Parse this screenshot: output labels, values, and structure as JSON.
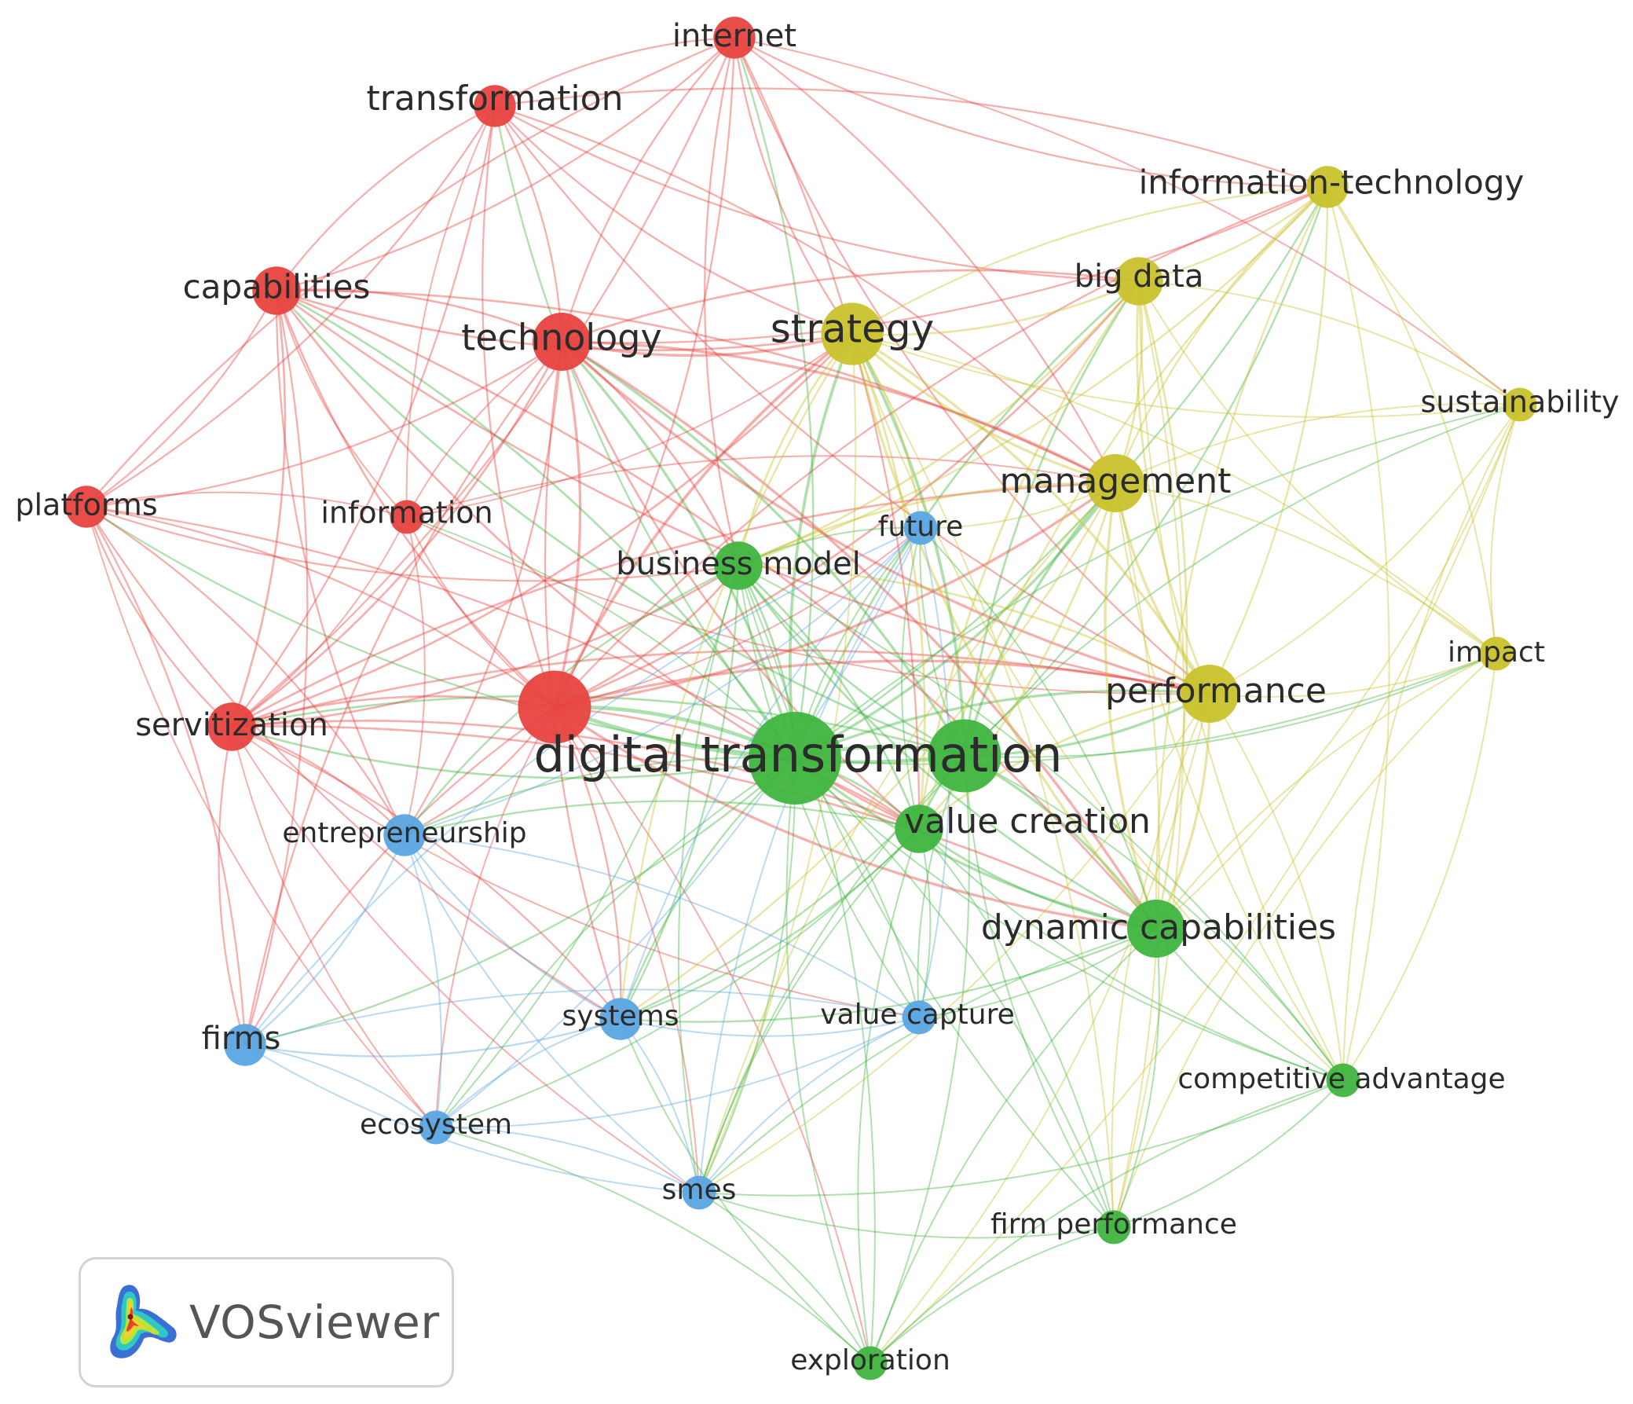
{
  "cluster_colors": {
    "red": "#e8433f",
    "green": "#3fb53f",
    "blue": "#5aa5e2",
    "yellow": "#c9c22c"
  },
  "logo": {
    "text": "VOSviewer",
    "icon": "vosviewer-density-icon"
  },
  "nodes": [
    {
      "id": "internet",
      "label": "internet",
      "cluster": "red",
      "weight": 2
    },
    {
      "id": "transformation",
      "label": "transformation",
      "cluster": "red",
      "weight": 2
    },
    {
      "id": "capabilities",
      "label": "capabilities",
      "cluster": "red",
      "weight": 3
    },
    {
      "id": "technology",
      "label": "technology",
      "cluster": "red",
      "weight": 5
    },
    {
      "id": "platforms",
      "label": "platforms",
      "cluster": "red",
      "weight": 2
    },
    {
      "id": "information",
      "label": "information",
      "cluster": "red",
      "weight": 1
    },
    {
      "id": "innovation",
      "label": "",
      "cluster": "red",
      "weight": 9
    },
    {
      "id": "servitization",
      "label": "servitization",
      "cluster": "red",
      "weight": 3
    },
    {
      "id": "strategy",
      "label": "strategy",
      "cluster": "yellow",
      "weight": 6
    },
    {
      "id": "big-data",
      "label": "big data",
      "cluster": "yellow",
      "weight": 3
    },
    {
      "id": "information-technology",
      "label": "information-technology",
      "cluster": "yellow",
      "weight": 2
    },
    {
      "id": "sustainability",
      "label": "sustainability",
      "cluster": "yellow",
      "weight": 1
    },
    {
      "id": "management",
      "label": "management",
      "cluster": "yellow",
      "weight": 5
    },
    {
      "id": "impact",
      "label": "impact",
      "cluster": "yellow",
      "weight": 1
    },
    {
      "id": "performance",
      "label": "performance",
      "cluster": "yellow",
      "weight": 5
    },
    {
      "id": "business-model",
      "label": "business model",
      "cluster": "green",
      "weight": 3
    },
    {
      "id": "digital-transformation",
      "label": "digital transformation",
      "cluster": "green",
      "weight": 16
    },
    {
      "id": "digitalization",
      "label": "",
      "cluster": "green",
      "weight": 9
    },
    {
      "id": "value-creation",
      "label": "value creation",
      "cluster": "green",
      "weight": 3
    },
    {
      "id": "dynamic-capabilities",
      "label": "dynamic capabilities",
      "cluster": "green",
      "weight": 5
    },
    {
      "id": "competitive-advantage",
      "label": "competitive advantage",
      "cluster": "green",
      "weight": 1
    },
    {
      "id": "firm-performance",
      "label": "firm performance",
      "cluster": "green",
      "weight": 1
    },
    {
      "id": "exploration",
      "label": "exploration",
      "cluster": "green",
      "weight": 1
    },
    {
      "id": "future",
      "label": "future",
      "cluster": "blue",
      "weight": 1
    },
    {
      "id": "entrepreneurship",
      "label": "entrepreneurship",
      "cluster": "blue",
      "weight": 2
    },
    {
      "id": "firms",
      "label": "firms",
      "cluster": "blue",
      "weight": 2
    },
    {
      "id": "systems",
      "label": "systems",
      "cluster": "blue",
      "weight": 2
    },
    {
      "id": "value-capture",
      "label": "value capture",
      "cluster": "blue",
      "weight": 1
    },
    {
      "id": "ecosystem",
      "label": "ecosystem",
      "cluster": "blue",
      "weight": 1
    },
    {
      "id": "smes",
      "label": "smes",
      "cluster": "blue",
      "weight": 1
    }
  ],
  "links": [
    [
      "digital-transformation",
      "innovation"
    ],
    [
      "digital-transformation",
      "digitalization"
    ],
    [
      "digital-transformation",
      "technology"
    ],
    [
      "digital-transformation",
      "strategy"
    ],
    [
      "digital-transformation",
      "management"
    ],
    [
      "digital-transformation",
      "performance"
    ],
    [
      "digital-transformation",
      "dynamic-capabilities"
    ],
    [
      "digital-transformation",
      "value-creation"
    ],
    [
      "digital-transformation",
      "business-model"
    ],
    [
      "digital-transformation",
      "servitization"
    ],
    [
      "digital-transformation",
      "capabilities"
    ],
    [
      "digital-transformation",
      "transformation"
    ],
    [
      "digital-transformation",
      "internet"
    ],
    [
      "digital-transformation",
      "big-data"
    ],
    [
      "digital-transformation",
      "information-technology"
    ],
    [
      "digital-transformation",
      "sustainability"
    ],
    [
      "digital-transformation",
      "impact"
    ],
    [
      "digital-transformation",
      "future"
    ],
    [
      "digital-transformation",
      "entrepreneurship"
    ],
    [
      "digital-transformation",
      "firms"
    ],
    [
      "digital-transformation",
      "systems"
    ],
    [
      "digital-transformation",
      "value-capture"
    ],
    [
      "digital-transformation",
      "ecosystem"
    ],
    [
      "digital-transformation",
      "smes"
    ],
    [
      "digital-transformation",
      "competitive-advantage"
    ],
    [
      "digital-transformation",
      "firm-performance"
    ],
    [
      "digital-transformation",
      "exploration"
    ],
    [
      "digital-transformation",
      "platforms"
    ],
    [
      "digital-transformation",
      "information"
    ],
    [
      "digitalization",
      "innovation"
    ],
    [
      "digitalization",
      "strategy"
    ],
    [
      "digitalization",
      "management"
    ],
    [
      "digitalization",
      "performance"
    ],
    [
      "digitalization",
      "dynamic-capabilities"
    ],
    [
      "digitalization",
      "value-creation"
    ],
    [
      "digitalization",
      "business-model"
    ],
    [
      "digitalization",
      "technology"
    ],
    [
      "digitalization",
      "big-data"
    ],
    [
      "digitalization",
      "servitization"
    ],
    [
      "digitalization",
      "competitive-advantage"
    ],
    [
      "digitalization",
      "firm-performance"
    ],
    [
      "digitalization",
      "exploration"
    ],
    [
      "digitalization",
      "value-capture"
    ],
    [
      "digitalization",
      "future"
    ],
    [
      "digitalization",
      "information-technology"
    ],
    [
      "digitalization",
      "sustainability"
    ],
    [
      "digitalization",
      "impact"
    ],
    [
      "digitalization",
      "capabilities"
    ],
    [
      "digitalization",
      "smes"
    ],
    [
      "digitalization",
      "systems"
    ],
    [
      "innovation",
      "technology"
    ],
    [
      "innovation",
      "transformation"
    ],
    [
      "innovation",
      "internet"
    ],
    [
      "innovation",
      "capabilities"
    ],
    [
      "innovation",
      "platforms"
    ],
    [
      "innovation",
      "information"
    ],
    [
      "innovation",
      "servitization"
    ],
    [
      "innovation",
      "strategy"
    ],
    [
      "innovation",
      "management"
    ],
    [
      "innovation",
      "performance"
    ],
    [
      "innovation",
      "business-model"
    ],
    [
      "innovation",
      "entrepreneurship"
    ],
    [
      "innovation",
      "firms"
    ],
    [
      "innovation",
      "systems"
    ],
    [
      "innovation",
      "ecosystem"
    ],
    [
      "innovation",
      "smes"
    ],
    [
      "innovation",
      "dynamic-capabilities"
    ],
    [
      "innovation",
      "value-creation"
    ],
    [
      "innovation",
      "big-data"
    ],
    [
      "innovation",
      "information-technology"
    ],
    [
      "innovation",
      "future"
    ],
    [
      "innovation",
      "exploration"
    ],
    [
      "technology",
      "transformation"
    ],
    [
      "technology",
      "internet"
    ],
    [
      "technology",
      "capabilities"
    ],
    [
      "technology",
      "platforms"
    ],
    [
      "technology",
      "information"
    ],
    [
      "technology",
      "servitization"
    ],
    [
      "technology",
      "strategy"
    ],
    [
      "technology",
      "management"
    ],
    [
      "technology",
      "performance"
    ],
    [
      "technology",
      "big-data"
    ],
    [
      "technology",
      "information-technology"
    ],
    [
      "technology",
      "business-model"
    ],
    [
      "technology",
      "firms"
    ],
    [
      "technology",
      "entrepreneurship"
    ],
    [
      "technology",
      "value-creation"
    ],
    [
      "technology",
      "dynamic-capabilities"
    ],
    [
      "technology",
      "systems"
    ],
    [
      "transformation",
      "internet"
    ],
    [
      "transformation",
      "capabilities"
    ],
    [
      "transformation",
      "platforms"
    ],
    [
      "transformation",
      "information"
    ],
    [
      "transformation",
      "servitization"
    ],
    [
      "transformation",
      "strategy"
    ],
    [
      "transformation",
      "management"
    ],
    [
      "transformation",
      "performance"
    ],
    [
      "transformation",
      "information-technology"
    ],
    [
      "transformation",
      "big-data"
    ],
    [
      "internet",
      "capabilities"
    ],
    [
      "internet",
      "platforms"
    ],
    [
      "internet",
      "servitization"
    ],
    [
      "internet",
      "strategy"
    ],
    [
      "internet",
      "management"
    ],
    [
      "internet",
      "information-technology"
    ],
    [
      "internet",
      "sustainability"
    ],
    [
      "internet",
      "performance"
    ],
    [
      "internet",
      "value-creation"
    ],
    [
      "internet",
      "business-model"
    ],
    [
      "capabilities",
      "platforms"
    ],
    [
      "capabilities",
      "information"
    ],
    [
      "capabilities",
      "servitization"
    ],
    [
      "capabilities",
      "strategy"
    ],
    [
      "capabilities",
      "management"
    ],
    [
      "capabilities",
      "performance"
    ],
    [
      "capabilities",
      "firms"
    ],
    [
      "capabilities",
      "entrepreneurship"
    ],
    [
      "capabilities",
      "dynamic-capabilities"
    ],
    [
      "capabilities",
      "value-creation"
    ],
    [
      "platforms",
      "information"
    ],
    [
      "platforms",
      "servitization"
    ],
    [
      "platforms",
      "firms"
    ],
    [
      "platforms",
      "ecosystem"
    ],
    [
      "platforms",
      "entrepreneurship"
    ],
    [
      "platforms",
      "business-model"
    ],
    [
      "platforms",
      "value-creation"
    ],
    [
      "platforms",
      "systems"
    ],
    [
      "information",
      "servitization"
    ],
    [
      "information",
      "strategy"
    ],
    [
      "information",
      "management"
    ],
    [
      "information",
      "performance"
    ],
    [
      "information",
      "entrepreneurship"
    ],
    [
      "servitization",
      "firms"
    ],
    [
      "servitization",
      "entrepreneurship"
    ],
    [
      "servitization",
      "ecosystem"
    ],
    [
      "servitization",
      "systems"
    ],
    [
      "servitization",
      "business-model"
    ],
    [
      "servitization",
      "value-creation"
    ],
    [
      "servitization",
      "value-capture"
    ],
    [
      "servitization",
      "performance"
    ],
    [
      "servitization",
      "strategy"
    ],
    [
      "servitization",
      "management"
    ],
    [
      "servitization",
      "smes"
    ],
    [
      "servitization",
      "dynamic-capabilities"
    ],
    [
      "strategy",
      "big-data"
    ],
    [
      "strategy",
      "information-technology"
    ],
    [
      "strategy",
      "management"
    ],
    [
      "strategy",
      "performance"
    ],
    [
      "strategy",
      "sustainability"
    ],
    [
      "strategy",
      "impact"
    ],
    [
      "strategy",
      "business-model"
    ],
    [
      "strategy",
      "value-creation"
    ],
    [
      "strategy",
      "dynamic-capabilities"
    ],
    [
      "strategy",
      "future"
    ],
    [
      "strategy",
      "competitive-advantage"
    ],
    [
      "strategy",
      "firm-performance"
    ],
    [
      "strategy",
      "systems"
    ],
    [
      "strategy",
      "smes"
    ],
    [
      "big-data",
      "information-technology"
    ],
    [
      "big-data",
      "management"
    ],
    [
      "big-data",
      "performance"
    ],
    [
      "big-data",
      "sustainability"
    ],
    [
      "big-data",
      "impact"
    ],
    [
      "big-data",
      "dynamic-capabilities"
    ],
    [
      "big-data",
      "value-creation"
    ],
    [
      "big-data",
      "business-model"
    ],
    [
      "big-data",
      "competitive-advantage"
    ],
    [
      "big-data",
      "firm-performance"
    ],
    [
      "information-technology",
      "management"
    ],
    [
      "information-technology",
      "performance"
    ],
    [
      "information-technology",
      "sustainability"
    ],
    [
      "information-technology",
      "impact"
    ],
    [
      "information-technology",
      "dynamic-capabilities"
    ],
    [
      "information-technology",
      "competitive-advantage"
    ],
    [
      "information-technology",
      "value-creation"
    ],
    [
      "information-technology",
      "business-model"
    ],
    [
      "sustainability",
      "management"
    ],
    [
      "sustainability",
      "performance"
    ],
    [
      "sustainability",
      "impact"
    ],
    [
      "sustainability",
      "dynamic-capabilities"
    ],
    [
      "sustainability",
      "competitive-advantage"
    ],
    [
      "sustainability",
      "exploration"
    ],
    [
      "management",
      "performance"
    ],
    [
      "management",
      "impact"
    ],
    [
      "management",
      "dynamic-capabilities"
    ],
    [
      "management",
      "value-creation"
    ],
    [
      "management",
      "business-model"
    ],
    [
      "management",
      "future"
    ],
    [
      "management",
      "competitive-advantage"
    ],
    [
      "management",
      "firm-performance"
    ],
    [
      "management",
      "smes"
    ],
    [
      "management",
      "systems"
    ],
    [
      "performance",
      "impact"
    ],
    [
      "performance",
      "dynamic-capabilities"
    ],
    [
      "performance",
      "value-creation"
    ],
    [
      "performance",
      "competitive-advantage"
    ],
    [
      "performance",
      "firm-performance"
    ],
    [
      "performance",
      "exploration"
    ],
    [
      "performance",
      "business-model"
    ],
    [
      "performance",
      "smes"
    ],
    [
      "impact",
      "dynamic-capabilities"
    ],
    [
      "impact",
      "competitive-advantage"
    ],
    [
      "impact",
      "firm-performance"
    ],
    [
      "business-model",
      "value-creation"
    ],
    [
      "business-model",
      "dynamic-capabilities"
    ],
    [
      "business-model",
      "future"
    ],
    [
      "business-model",
      "value-capture"
    ],
    [
      "business-model",
      "systems"
    ],
    [
      "business-model",
      "entrepreneurship"
    ],
    [
      "business-model",
      "ecosystem"
    ],
    [
      "business-model",
      "smes"
    ],
    [
      "business-model",
      "competitive-advantage"
    ],
    [
      "business-model",
      "firm-performance"
    ],
    [
      "business-model",
      "exploration"
    ],
    [
      "value-creation",
      "dynamic-capabilities"
    ],
    [
      "value-creation",
      "value-capture"
    ],
    [
      "value-creation",
      "competitive-advantage"
    ],
    [
      "value-creation",
      "firm-performance"
    ],
    [
      "value-creation",
      "exploration"
    ],
    [
      "value-creation",
      "systems"
    ],
    [
      "value-creation",
      "smes"
    ],
    [
      "value-creation",
      "ecosystem"
    ],
    [
      "value-creation",
      "entrepreneurship"
    ],
    [
      "value-creation",
      "future"
    ],
    [
      "dynamic-capabilities",
      "competitive-advantage"
    ],
    [
      "dynamic-capabilities",
      "firm-performance"
    ],
    [
      "dynamic-capabilities",
      "exploration"
    ],
    [
      "dynamic-capabilities",
      "value-capture"
    ],
    [
      "dynamic-capabilities",
      "smes"
    ],
    [
      "dynamic-capabilities",
      "systems"
    ],
    [
      "dynamic-capabilities",
      "future"
    ],
    [
      "competitive-advantage",
      "firm-performance"
    ],
    [
      "competitive-advantage",
      "exploration"
    ],
    [
      "competitive-advantage",
      "smes"
    ],
    [
      "firm-performance",
      "exploration"
    ],
    [
      "firm-performance",
      "smes"
    ],
    [
      "exploration",
      "smes"
    ],
    [
      "exploration",
      "systems"
    ],
    [
      "exploration",
      "ecosystem"
    ],
    [
      "future",
      "entrepreneurship"
    ],
    [
      "future",
      "systems"
    ],
    [
      "future",
      "value-capture"
    ],
    [
      "future",
      "smes"
    ],
    [
      "future",
      "ecosystem"
    ],
    [
      "future",
      "firms"
    ],
    [
      "entrepreneurship",
      "firms"
    ],
    [
      "entrepreneurship",
      "systems"
    ],
    [
      "entrepreneurship",
      "ecosystem"
    ],
    [
      "entrepreneurship",
      "smes"
    ],
    [
      "entrepreneurship",
      "value-capture"
    ],
    [
      "firms",
      "systems"
    ],
    [
      "firms",
      "ecosystem"
    ],
    [
      "firms",
      "smes"
    ],
    [
      "firms",
      "value-capture"
    ],
    [
      "systems",
      "ecosystem"
    ],
    [
      "systems",
      "smes"
    ],
    [
      "systems",
      "value-capture"
    ],
    [
      "value-capture",
      "ecosystem"
    ],
    [
      "value-capture",
      "smes"
    ],
    [
      "ecosystem",
      "smes"
    ]
  ]
}
